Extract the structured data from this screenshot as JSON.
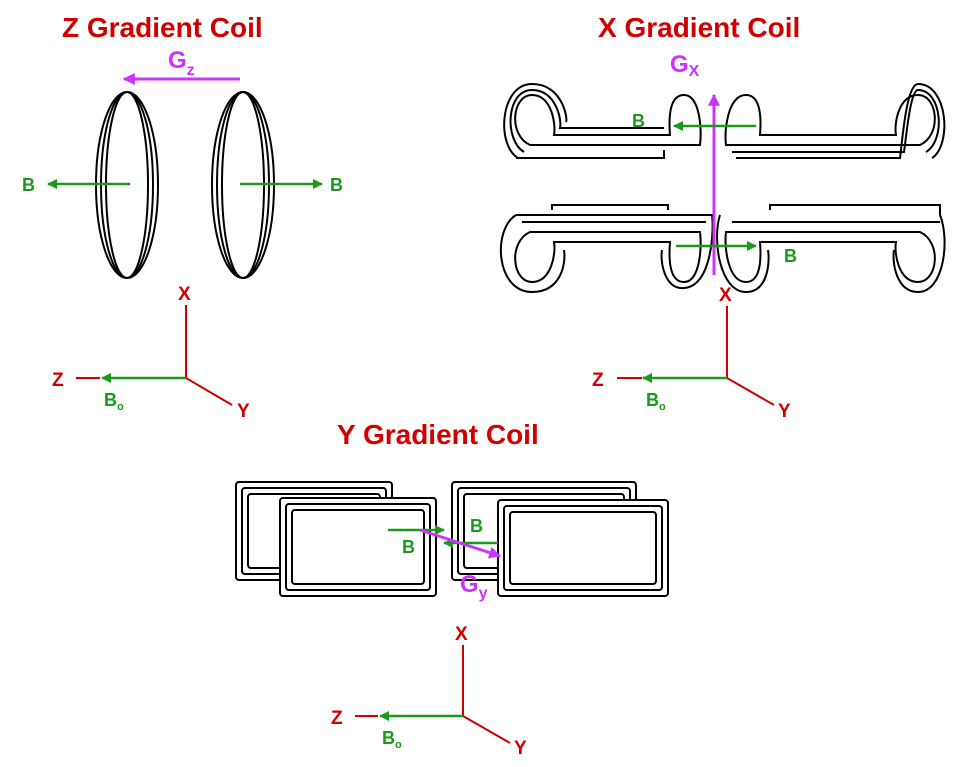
{
  "z_coil": {
    "title": "Z  Gradient Coil",
    "gradient": {
      "main": "G",
      "sub": "z"
    },
    "field_left": "B",
    "field_right": "B"
  },
  "x_coil": {
    "title": "X  Gradient Coil",
    "gradient": {
      "main": "G",
      "sub": "X"
    },
    "field_top": "B",
    "field_bottom": "B"
  },
  "y_coil": {
    "title": "Y  Gradient Coil",
    "gradient": {
      "main": "G",
      "sub": "y"
    },
    "field_left": "B",
    "field_right": "B"
  },
  "axes": {
    "x": "X",
    "y": "Y",
    "z": "Z",
    "b0": {
      "main": "B",
      "sub": "o"
    }
  },
  "colors": {
    "title": "#d00000",
    "field": "#1a9a1a",
    "gradient": "#cc33ff",
    "wire": "#000000"
  }
}
